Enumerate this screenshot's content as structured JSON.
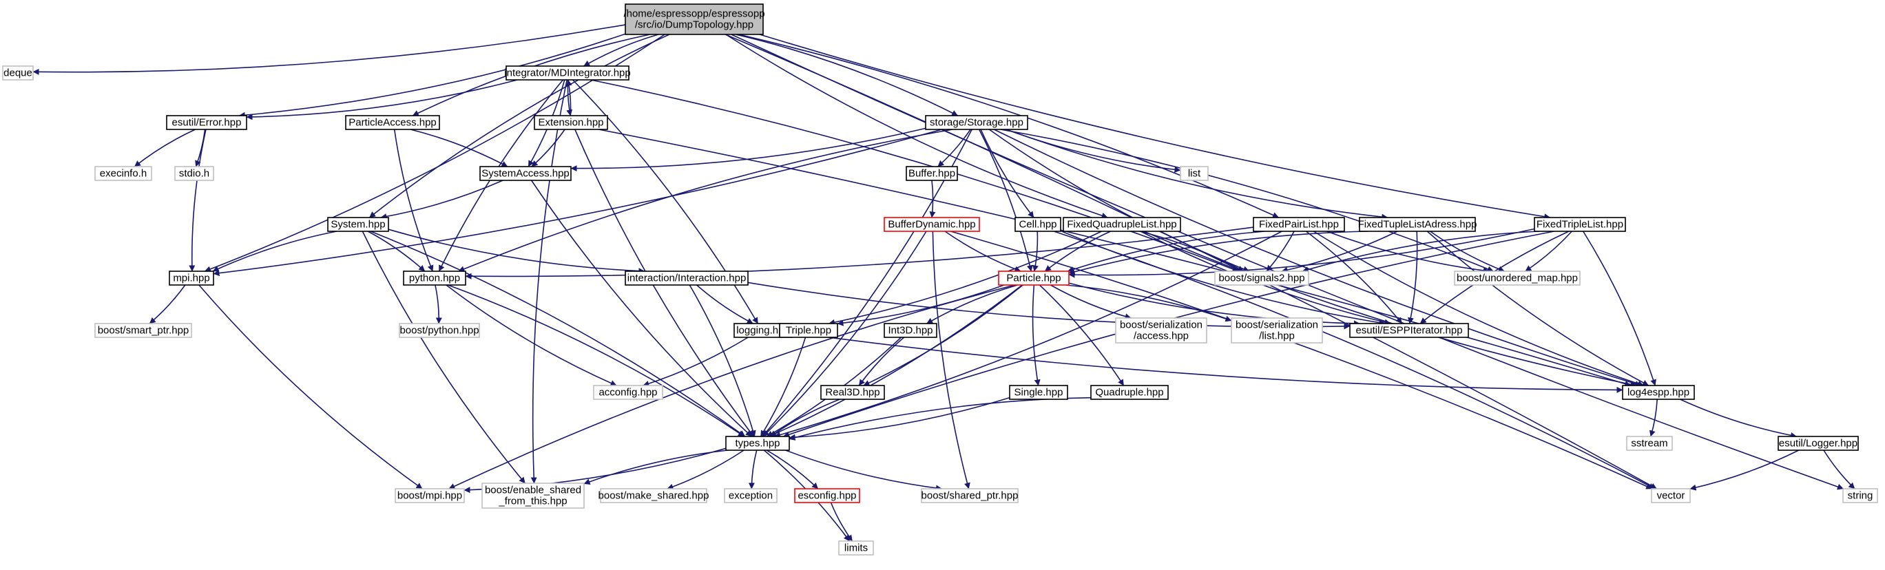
{
  "colors": {
    "edge": "#191970",
    "node_border": "#000000",
    "root_fill": "#bfbfbf",
    "highlight_border": "#ff0000",
    "external_border": "#bfbfbf"
  },
  "nodes": [
    {
      "id": "root",
      "kind": "root",
      "lines": [
        "/home/espressopp/espressopp",
        "/src/io/DumpTopology.hpp"
      ]
    },
    {
      "id": "deque",
      "kind": "ext",
      "lines": [
        "deque"
      ]
    },
    {
      "id": "mdint",
      "kind": "normal",
      "lines": [
        "integrator/MDIntegrator.hpp"
      ]
    },
    {
      "id": "error",
      "kind": "normal",
      "lines": [
        "esutil/Error.hpp"
      ]
    },
    {
      "id": "pacc",
      "kind": "normal",
      "lines": [
        "ParticleAccess.hpp"
      ]
    },
    {
      "id": "ext",
      "kind": "normal",
      "lines": [
        "Extension.hpp"
      ]
    },
    {
      "id": "storage",
      "kind": "normal",
      "lines": [
        "storage/Storage.hpp"
      ]
    },
    {
      "id": "execinfo",
      "kind": "ext",
      "lines": [
        "execinfo.h"
      ]
    },
    {
      "id": "stdio",
      "kind": "ext",
      "lines": [
        "stdio.h"
      ]
    },
    {
      "id": "sysacc",
      "kind": "normal",
      "lines": [
        "SystemAccess.hpp"
      ]
    },
    {
      "id": "list",
      "kind": "ext",
      "lines": [
        "list"
      ]
    },
    {
      "id": "buffer",
      "kind": "normal",
      "lines": [
        "Buffer.hpp"
      ]
    },
    {
      "id": "system",
      "kind": "normal",
      "lines": [
        "System.hpp"
      ]
    },
    {
      "id": "bufdyn",
      "kind": "red",
      "lines": [
        "BufferDynamic.hpp"
      ]
    },
    {
      "id": "cell",
      "kind": "normal",
      "lines": [
        "Cell.hpp"
      ]
    },
    {
      "id": "fql",
      "kind": "normal",
      "lines": [
        "FixedQuadrupleList.hpp"
      ]
    },
    {
      "id": "fpl",
      "kind": "normal",
      "lines": [
        "FixedPairList.hpp"
      ]
    },
    {
      "id": "ftla",
      "kind": "normal",
      "lines": [
        "FixedTupleListAdress.hpp"
      ]
    },
    {
      "id": "ftl",
      "kind": "normal",
      "lines": [
        "FixedTripleList.hpp"
      ]
    },
    {
      "id": "mpi",
      "kind": "normal",
      "lines": [
        "mpi.hpp"
      ]
    },
    {
      "id": "python",
      "kind": "normal",
      "lines": [
        "python.hpp"
      ]
    },
    {
      "id": "interaction",
      "kind": "normal",
      "lines": [
        "interaction/Interaction.hpp"
      ]
    },
    {
      "id": "particle",
      "kind": "red",
      "lines": [
        "Particle.hpp"
      ]
    },
    {
      "id": "signals2",
      "kind": "ext",
      "lines": [
        "boost/signals2.hpp"
      ]
    },
    {
      "id": "umap",
      "kind": "ext",
      "lines": [
        "boost/unordered_map.hpp"
      ]
    },
    {
      "id": "smartptr",
      "kind": "ext",
      "lines": [
        "boost/smart_ptr.hpp"
      ]
    },
    {
      "id": "bpython",
      "kind": "ext",
      "lines": [
        "boost/python.hpp"
      ]
    },
    {
      "id": "logging",
      "kind": "normal",
      "lines": [
        "logging.hpp"
      ]
    },
    {
      "id": "triple",
      "kind": "normal",
      "lines": [
        "Triple.hpp"
      ]
    },
    {
      "id": "int3d",
      "kind": "normal",
      "lines": [
        "Int3D.hpp"
      ]
    },
    {
      "id": "bsa",
      "kind": "ext",
      "lines": [
        "boost/serialization",
        "/access.hpp"
      ]
    },
    {
      "id": "bsl",
      "kind": "ext",
      "lines": [
        "boost/serialization",
        "/list.hpp"
      ]
    },
    {
      "id": "espp",
      "kind": "normal",
      "lines": [
        "esutil/ESPPIterator.hpp"
      ]
    },
    {
      "id": "acconfig",
      "kind": "ext",
      "lines": [
        "acconfig.hpp"
      ]
    },
    {
      "id": "real3d",
      "kind": "normal",
      "lines": [
        "Real3D.hpp"
      ]
    },
    {
      "id": "single",
      "kind": "normal",
      "lines": [
        "Single.hpp"
      ]
    },
    {
      "id": "quad",
      "kind": "normal",
      "lines": [
        "Quadruple.hpp"
      ]
    },
    {
      "id": "log4",
      "kind": "normal",
      "lines": [
        "log4espp.hpp"
      ]
    },
    {
      "id": "types",
      "kind": "normal",
      "lines": [
        "types.hpp"
      ]
    },
    {
      "id": "sstream",
      "kind": "ext",
      "lines": [
        "sstream"
      ]
    },
    {
      "id": "logger",
      "kind": "normal",
      "lines": [
        "esutil/Logger.hpp"
      ]
    },
    {
      "id": "bmpi",
      "kind": "ext",
      "lines": [
        "boost/mpi.hpp"
      ]
    },
    {
      "id": "enable",
      "kind": "ext",
      "lines": [
        "boost/enable_shared",
        "_from_this.hpp"
      ]
    },
    {
      "id": "makeshared",
      "kind": "ext",
      "lines": [
        "boost/make_shared.hpp"
      ]
    },
    {
      "id": "exception",
      "kind": "ext",
      "lines": [
        "exception"
      ]
    },
    {
      "id": "esconfig",
      "kind": "red",
      "lines": [
        "esconfig.hpp"
      ]
    },
    {
      "id": "sharedptr",
      "kind": "ext",
      "lines": [
        "boost/shared_ptr.hpp"
      ]
    },
    {
      "id": "vector",
      "kind": "ext",
      "lines": [
        "vector"
      ]
    },
    {
      "id": "string",
      "kind": "ext",
      "lines": [
        "string"
      ]
    },
    {
      "id": "limits",
      "kind": "ext",
      "lines": [
        "limits"
      ]
    }
  ],
  "edges": [
    [
      "root",
      "deque"
    ],
    [
      "root",
      "mdint"
    ],
    [
      "root",
      "error"
    ],
    [
      "root",
      "pacc"
    ],
    [
      "root",
      "storage"
    ],
    [
      "root",
      "system"
    ],
    [
      "root",
      "mpi"
    ],
    [
      "root",
      "fql"
    ],
    [
      "root",
      "fpl"
    ],
    [
      "root",
      "ftl"
    ],
    [
      "root",
      "vector"
    ],
    [
      "root",
      "string"
    ],
    [
      "mdint",
      "error"
    ],
    [
      "mdint",
      "ext"
    ],
    [
      "mdint",
      "sysacc"
    ],
    [
      "mdint",
      "python"
    ],
    [
      "mdint",
      "logging"
    ],
    [
      "mdint",
      "enable"
    ],
    [
      "mdint",
      "signals2"
    ],
    [
      "ext",
      "mdint"
    ],
    [
      "ext",
      "sysacc"
    ],
    [
      "ext",
      "types"
    ],
    [
      "ext",
      "log4"
    ],
    [
      "error",
      "execinfo"
    ],
    [
      "error",
      "stdio"
    ],
    [
      "error",
      "mpi"
    ],
    [
      "pacc",
      "sysacc"
    ],
    [
      "pacc",
      "python"
    ],
    [
      "sysacc",
      "system"
    ],
    [
      "sysacc",
      "types"
    ],
    [
      "storage",
      "sysacc"
    ],
    [
      "storage",
      "list"
    ],
    [
      "storage",
      "buffer"
    ],
    [
      "storage",
      "cell"
    ],
    [
      "storage",
      "mpi"
    ],
    [
      "storage",
      "python"
    ],
    [
      "storage",
      "types"
    ],
    [
      "storage",
      "signals2"
    ],
    [
      "storage",
      "umap"
    ],
    [
      "storage",
      "log4"
    ],
    [
      "storage",
      "particle"
    ],
    [
      "storage",
      "ftla"
    ],
    [
      "buffer",
      "bufdyn"
    ],
    [
      "bufdyn",
      "particle"
    ],
    [
      "bufdyn",
      "types"
    ],
    [
      "bufdyn",
      "sharedptr"
    ],
    [
      "bufdyn",
      "vector"
    ],
    [
      "system",
      "mpi"
    ],
    [
      "system",
      "python"
    ],
    [
      "system",
      "interaction"
    ],
    [
      "system",
      "types"
    ],
    [
      "system",
      "enable"
    ],
    [
      "cell",
      "particle"
    ],
    [
      "cell",
      "espp"
    ],
    [
      "cell",
      "vector"
    ],
    [
      "fql",
      "particle"
    ],
    [
      "fql",
      "signals2"
    ],
    [
      "fql",
      "espp"
    ],
    [
      "fql",
      "triple"
    ],
    [
      "fql",
      "log4"
    ],
    [
      "fpl",
      "python"
    ],
    [
      "fpl",
      "particle"
    ],
    [
      "fpl",
      "signals2"
    ],
    [
      "fpl",
      "umap"
    ],
    [
      "fpl",
      "espp"
    ],
    [
      "fpl",
      "log4"
    ],
    [
      "fpl",
      "types"
    ],
    [
      "ftla",
      "particle"
    ],
    [
      "ftla",
      "signals2"
    ],
    [
      "ftla",
      "umap"
    ],
    [
      "ftla",
      "espp"
    ],
    [
      "ftla",
      "log4"
    ],
    [
      "ftl",
      "particle"
    ],
    [
      "ftl",
      "signals2"
    ],
    [
      "ftl",
      "umap"
    ],
    [
      "ftl",
      "espp"
    ],
    [
      "ftl",
      "log4"
    ],
    [
      "ftl",
      "types"
    ],
    [
      "mpi",
      "smartptr"
    ],
    [
      "mpi",
      "bmpi"
    ],
    [
      "python",
      "bpython"
    ],
    [
      "python",
      "acconfig"
    ],
    [
      "python",
      "types"
    ],
    [
      "interaction",
      "logging"
    ],
    [
      "interaction",
      "types"
    ],
    [
      "interaction",
      "espp"
    ],
    [
      "particle",
      "triple"
    ],
    [
      "particle",
      "int3d"
    ],
    [
      "particle",
      "real3d"
    ],
    [
      "particle",
      "single"
    ],
    [
      "particle",
      "quad"
    ],
    [
      "particle",
      "bsa"
    ],
    [
      "particle",
      "bsl"
    ],
    [
      "particle",
      "espp"
    ],
    [
      "particle",
      "types"
    ],
    [
      "particle",
      "bmpi"
    ],
    [
      "logging",
      "acconfig"
    ],
    [
      "logging",
      "log4"
    ],
    [
      "triple",
      "types"
    ],
    [
      "int3d",
      "real3d"
    ],
    [
      "int3d",
      "types"
    ],
    [
      "real3d",
      "types"
    ],
    [
      "single",
      "types"
    ],
    [
      "quad",
      "types"
    ],
    [
      "log4",
      "sstream"
    ],
    [
      "log4",
      "logger"
    ],
    [
      "logger",
      "vector"
    ],
    [
      "logger",
      "string"
    ],
    [
      "types",
      "bmpi"
    ],
    [
      "types",
      "enable"
    ],
    [
      "types",
      "makeshared"
    ],
    [
      "types",
      "exception"
    ],
    [
      "types",
      "esconfig"
    ],
    [
      "types",
      "sharedptr"
    ],
    [
      "types",
      "limits"
    ],
    [
      "esconfig",
      "limits"
    ]
  ]
}
